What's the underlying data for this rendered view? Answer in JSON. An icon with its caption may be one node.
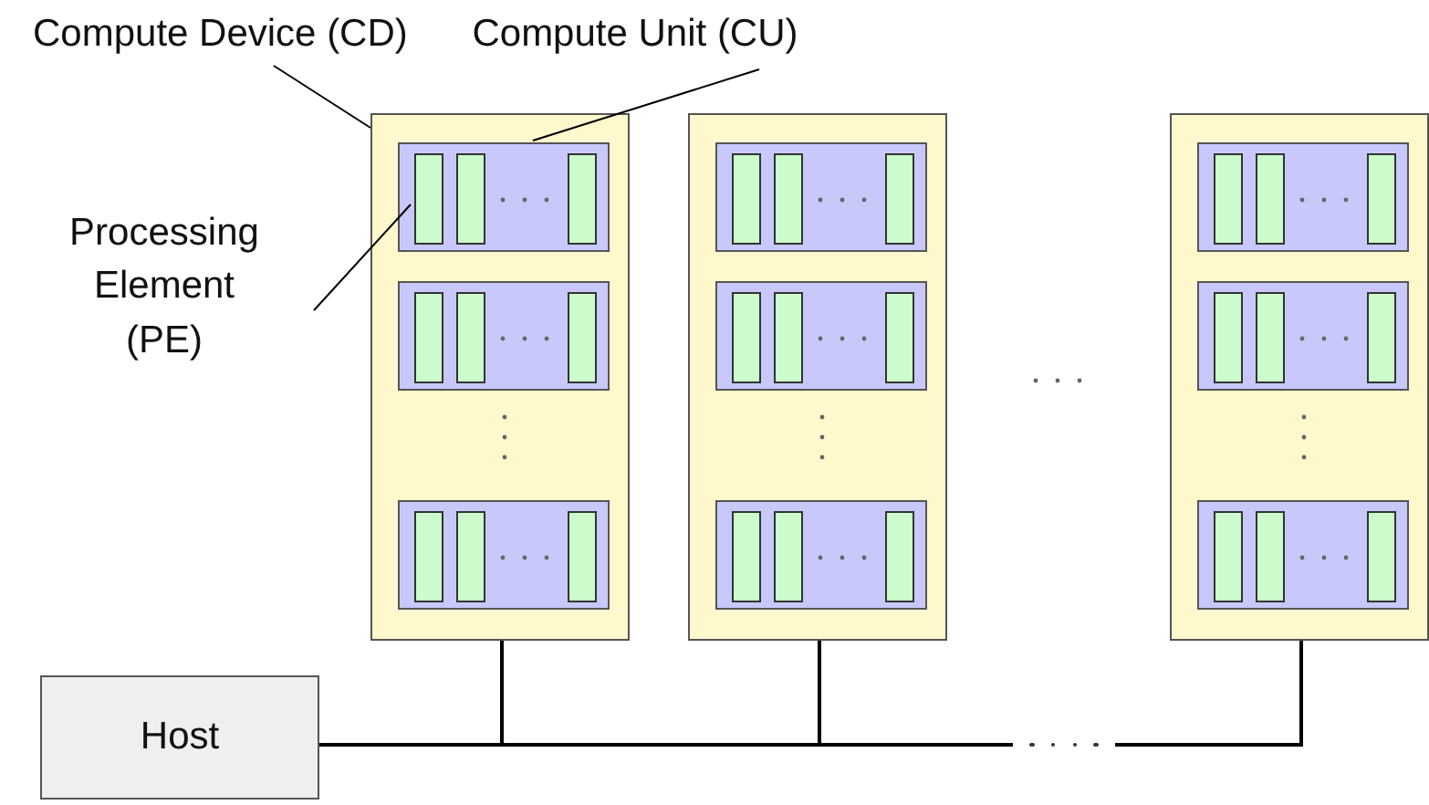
{
  "diagram": {
    "nodes": [
      {
        "text": [
          "Compute Device (CD)"
        ]
      },
      {
        "text": [
          "Compute Unit (CU)"
        ]
      },
      {
        "text": [
          "Processing Element (PE)"
        ]
      },
      {
        "text": [],
        "shape": "box"
      },
      {
        "text": [],
        "shape": "box",
        "in": 3
      },
      {
        "text": [],
        "shape": "box",
        "in": 4
      },
      {
        "text": [],
        "shape": "box",
        "in": 4
      },
      {
        "text": [],
        "shape": "box",
        "in": 4
      },
      {
        "text": [],
        "shape": "box",
        "in": 3
      },
      {
        "text": [],
        "shape": "box",
        "in": 8
      },
      {
        "text": [],
        "shape": "box",
        "in": 8
      },
      {
        "text": [],
        "shape": "box",
        "in": 8
      },
      {
        "text": [],
        "shape": "box",
        "in": 3
      },
      {
        "text": [],
        "shape": "box",
        "in": 12
      },
      {
        "text": [],
        "shape": "box",
        "in": 12
      },
      {
        "text": [],
        "shape": "box",
        "in": 12
      },
      {
        "text": [],
        "shape": "box"
      },
      {
        "text": [],
        "shape": "box",
        "in": 16
      },
      {
        "text": [],
        "shape": "box",
        "in": 17
      },
      {
        "text": [],
        "shape": "box",
        "in": 17
      },
      {
        "text": [],
        "shape": "box",
        "in": 17
      },
      {
        "text": [],
        "shape": "box",
        "in": 16
      },
      {
        "text": [],
        "shape": "box",
        "in": 21
      },
      {
        "text": [],
        "shape": "box",
        "in": 21
      },
      {
        "text": [],
        "shape": "box",
        "in": 21
      },
      {
        "text": [],
        "shape": "box",
        "in": 16
      },
      {
        "text": [],
        "shape": "box",
        "in": 25
      },
      {
        "text": [],
        "shape": "box",
        "in": 25
      },
      {
        "text": [],
        "shape": "box",
        "in": 25
      },
      {
        "text": [],
        "shape": "box"
      },
      {
        "text": [],
        "shape": "box",
        "in": 29
      },
      {
        "text": [],
        "shape": "box",
        "in": 30
      },
      {
        "text": [],
        "shape": "box",
        "in": 30
      },
      {
        "text": [],
        "shape": "box",
        "in": 30
      },
      {
        "text": [],
        "shape": "box",
        "in": 29
      },
      {
        "text": [],
        "shape": "box",
        "in": 34
      },
      {
        "text": [],
        "shape": "box",
        "in": 34
      },
      {
        "text": [],
        "shape": "box",
        "in": 34
      },
      {
        "text": [],
        "shape": "box",
        "in": 29
      },
      {
        "text": [],
        "shape": "box",
        "in": 38
      },
      {
        "text": [],
        "shape": "box",
        "in": 38
      },
      {
        "text": [],
        "shape": "box",
        "in": 38
      },
      {
        "text": [
          "Host"
        ]
      }
    ],
    "edges": [
      {
        "from": 0,
        "to": 3,
        "arrow": "none"
      },
      {
        "from": 1,
        "to": 4,
        "arrow": "none"
      },
      {
        "from": 2,
        "to": 5,
        "arrow": "none"
      },
      {
        "from": 42,
        "to": 3,
        "arrow": "none"
      },
      {
        "from": 42,
        "to": 16,
        "arrow": "none"
      },
      {
        "from": 42,
        "to": 29,
        "arrow": "none"
      }
    ]
  }
}
